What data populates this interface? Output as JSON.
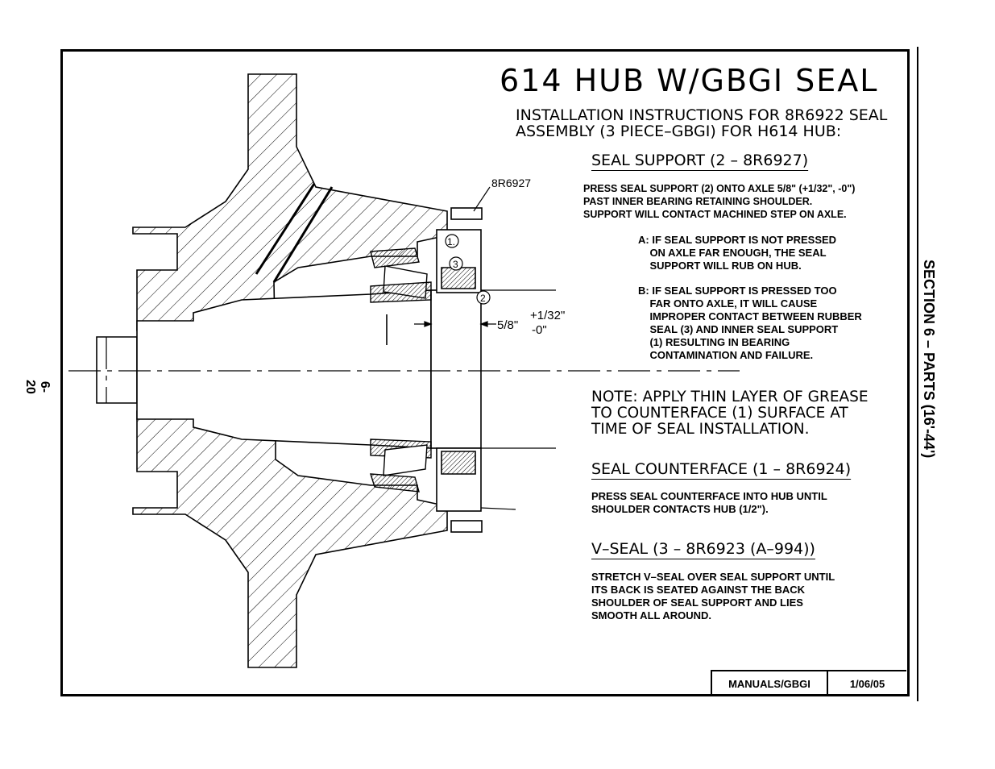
{
  "page_number": "6-20",
  "section_label": "SECTION 6 – PARTS (16'-44')",
  "title": "614 HUB W/GBGI SEAL",
  "subtitle": {
    "line1": "INSTALLATION INSTRUCTIONS FOR 8R6922 SEAL",
    "line2": "ASSEMBLY (3 PIECE–GBGI) FOR H614 HUB:"
  },
  "seal_support": {
    "heading": "SEAL SUPPORT (2 – 8R6927)",
    "body": "PRESS SEAL SUPPORT (2) ONTO AXLE 5/8\" (+1/32\", -0\")\nPAST INNER BEARING RETAINING SHOULDER.\nSUPPORT WILL CONTACT MACHINED STEP ON AXLE.",
    "item_a": "A: IF SEAL SUPPORT IS NOT PRESSED\n    ON AXLE FAR ENOUGH, THE SEAL\n    SUPPORT WILL RUB ON HUB.",
    "item_b": "B: IF SEAL SUPPORT IS PRESSED TOO\n    FAR ONTO AXLE, IT WILL CAUSE\n    IMPROPER CONTACT BETWEEN RUBBER\n    SEAL (3) AND INNER SEAL SUPPORT\n    (1) RESULTING IN BEARING\n    CONTAMINATION AND FAILURE."
  },
  "note": {
    "line1": "NOTE: APPLY THIN LAYER OF GREASE",
    "line2": "TO COUNTERFACE (1) SURFACE AT",
    "line3": "TIME OF SEAL INSTALLATION."
  },
  "seal_counterface": {
    "heading": "SEAL COUNTERFACE (1 – 8R6924)",
    "body": "PRESS SEAL COUNTERFACE INTO HUB UNTIL\nSHOULDER CONTACTS HUB (1/2\")."
  },
  "v_seal": {
    "heading": "V–SEAL (3 – 8R6923 (A–994))",
    "body": "STRETCH V–SEAL OVER SEAL SUPPORT UNTIL\nITS BACK IS SEATED AGAINST THE BACK\nSHOULDER OF SEAL SUPPORT AND LIES\nSMOOTH ALL AROUND."
  },
  "drawing_labels": {
    "part_callout": "8R6927",
    "dim_main": "5/8\"",
    "dim_plus": "+1/32\"",
    "dim_minus": "-0\"",
    "marker_1": "1.",
    "marker_2": "2",
    "marker_3": "3"
  },
  "title_block": {
    "source": "MANUALS/GBGI",
    "date": "1/06/05"
  }
}
